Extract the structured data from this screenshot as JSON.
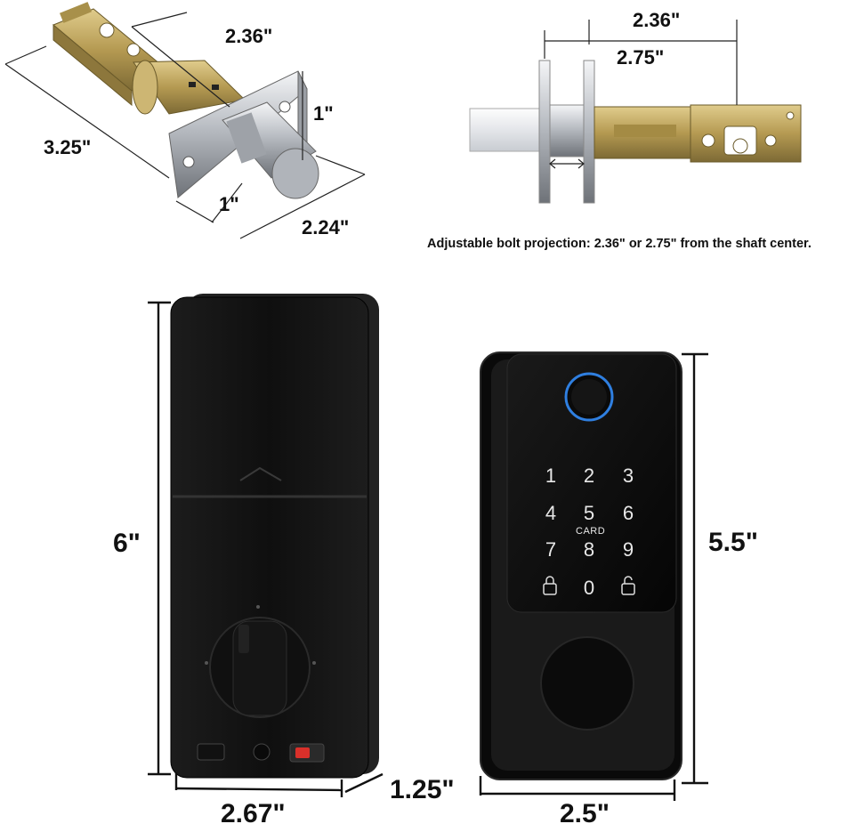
{
  "latch_top_left": {
    "dim_length": "2.36\"",
    "dim_backset": "3.25\"",
    "dim_plate_height": "1\"",
    "dim_plate_width": "1\"",
    "dim_face_length": "2.24\""
  },
  "latch_top_right": {
    "dim_short": "2.36\"",
    "dim_long": "2.75\"",
    "caption": "Adjustable bolt projection: 2.36\" or 2.75\" from the shaft center."
  },
  "interior_unit": {
    "height": "6\"",
    "width": "2.67\"",
    "depth": "1.25\""
  },
  "exterior_unit": {
    "height": "5.5\"",
    "width": "2.5\"",
    "keypad": {
      "keys": [
        "1",
        "2",
        "3",
        "4",
        "5",
        "6",
        "7",
        "8",
        "9",
        "0"
      ],
      "card_label": "CARD"
    }
  },
  "colors": {
    "lock_body": "#111111",
    "panel": "#0b0b0b",
    "fingerprint_ring": "#2f7fe0",
    "button_red": "#d9302a",
    "brass": "#b59a52",
    "chrome": "#c9ccd0"
  }
}
